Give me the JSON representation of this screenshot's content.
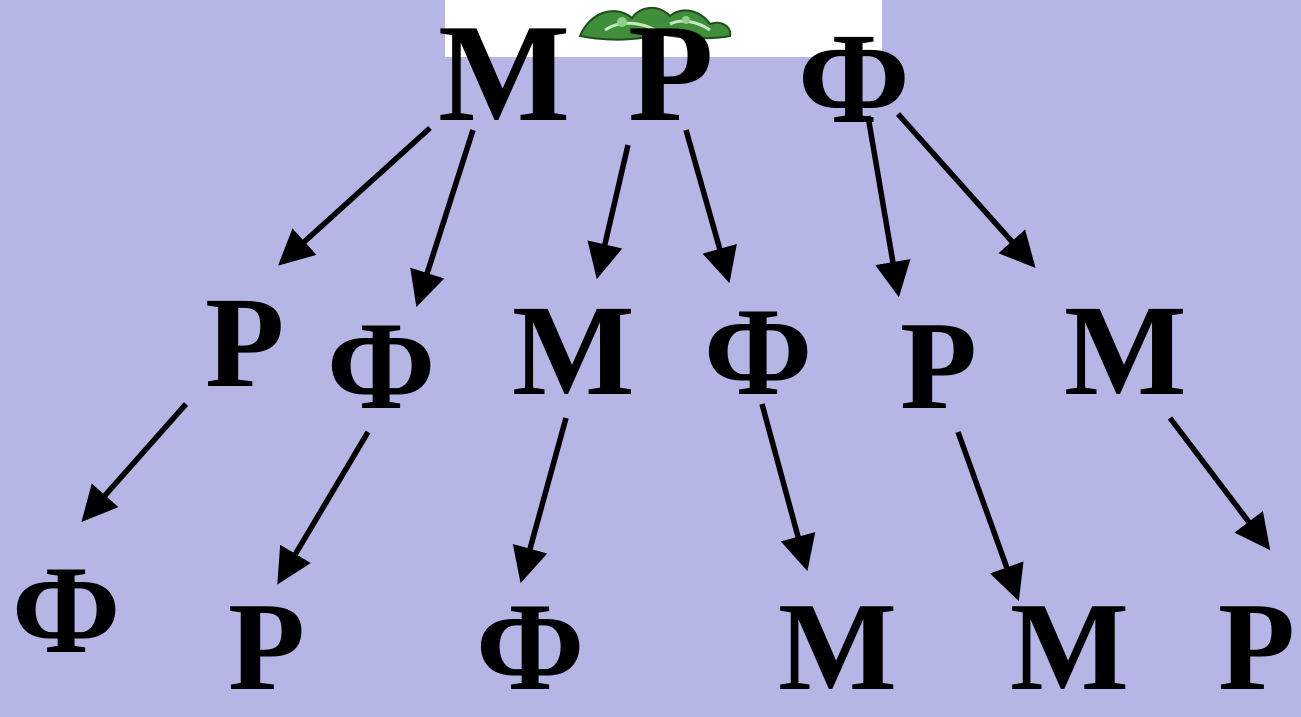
{
  "colors": {
    "background": "#b5b5e6",
    "foreground": "#000000",
    "header_card": "#ffffff",
    "clipart_green": "#3f8f3a"
  },
  "diagram": {
    "root": [
      "М",
      "Р",
      "Ф"
    ],
    "level2": [
      "Р",
      "Ф",
      "М",
      "Ф",
      "Р",
      "М"
    ],
    "level3": [
      "Ф",
      "Р",
      "Ф",
      "М",
      "М",
      "Р"
    ]
  },
  "icons": {
    "clipart": "green-leaves-clipart"
  }
}
